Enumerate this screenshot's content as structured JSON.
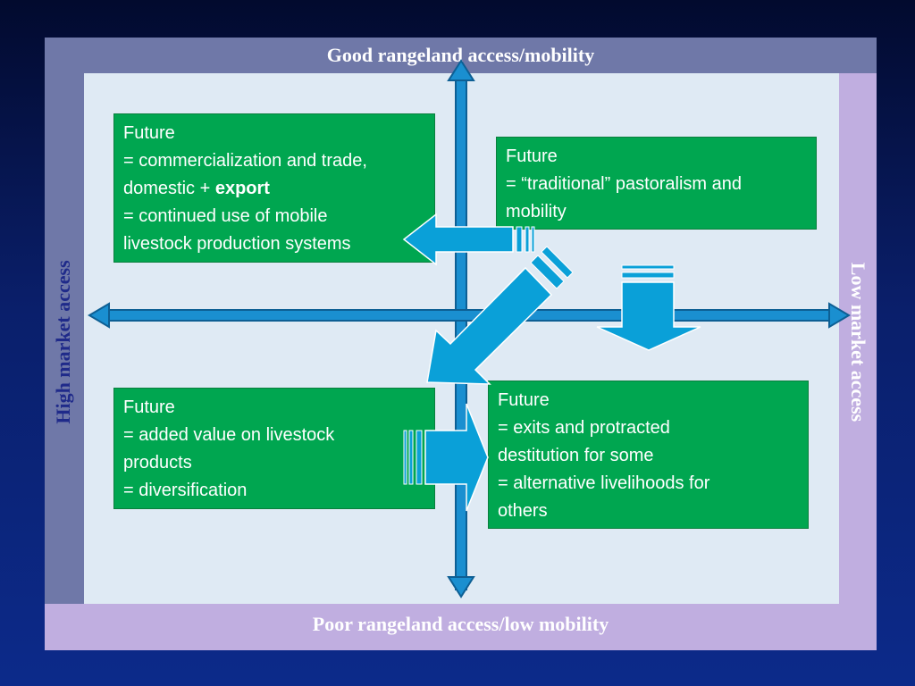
{
  "axes": {
    "top": "Good rangeland access/mobility",
    "bottom": "Poor rangeland access/low mobility",
    "left": "High market access",
    "right": "Low market access"
  },
  "quadrants": {
    "top_left": {
      "line1": "Future",
      "line2": " = commercialization and trade,",
      "line3_pre": "domestic + ",
      "line3_bold": "export",
      "line4": "= continued use of mobile",
      "line5": "livestock production systems"
    },
    "top_right": {
      "line1": "Future",
      "line2": "=  “traditional” pastoralism and",
      "line3": "mobility"
    },
    "bottom_left": {
      "line1": "Future",
      "line2": " =  added value on livestock",
      "line3": "products",
      "line4": "=  diversification"
    },
    "bottom_right": {
      "line1": "Future",
      "line2": " =  exits and protracted",
      "line3": "destitution for some",
      "line4": "=  alternative livelihoods for",
      "line5": "others"
    }
  },
  "colors": {
    "box_fill": "#00a650",
    "arrow_fill": "#0aa0d8",
    "axis_color": "#1a7fc0",
    "top_band": "#6f78a8",
    "right_band": "#c0aee0",
    "inner_panel": "#dfeaf4"
  }
}
